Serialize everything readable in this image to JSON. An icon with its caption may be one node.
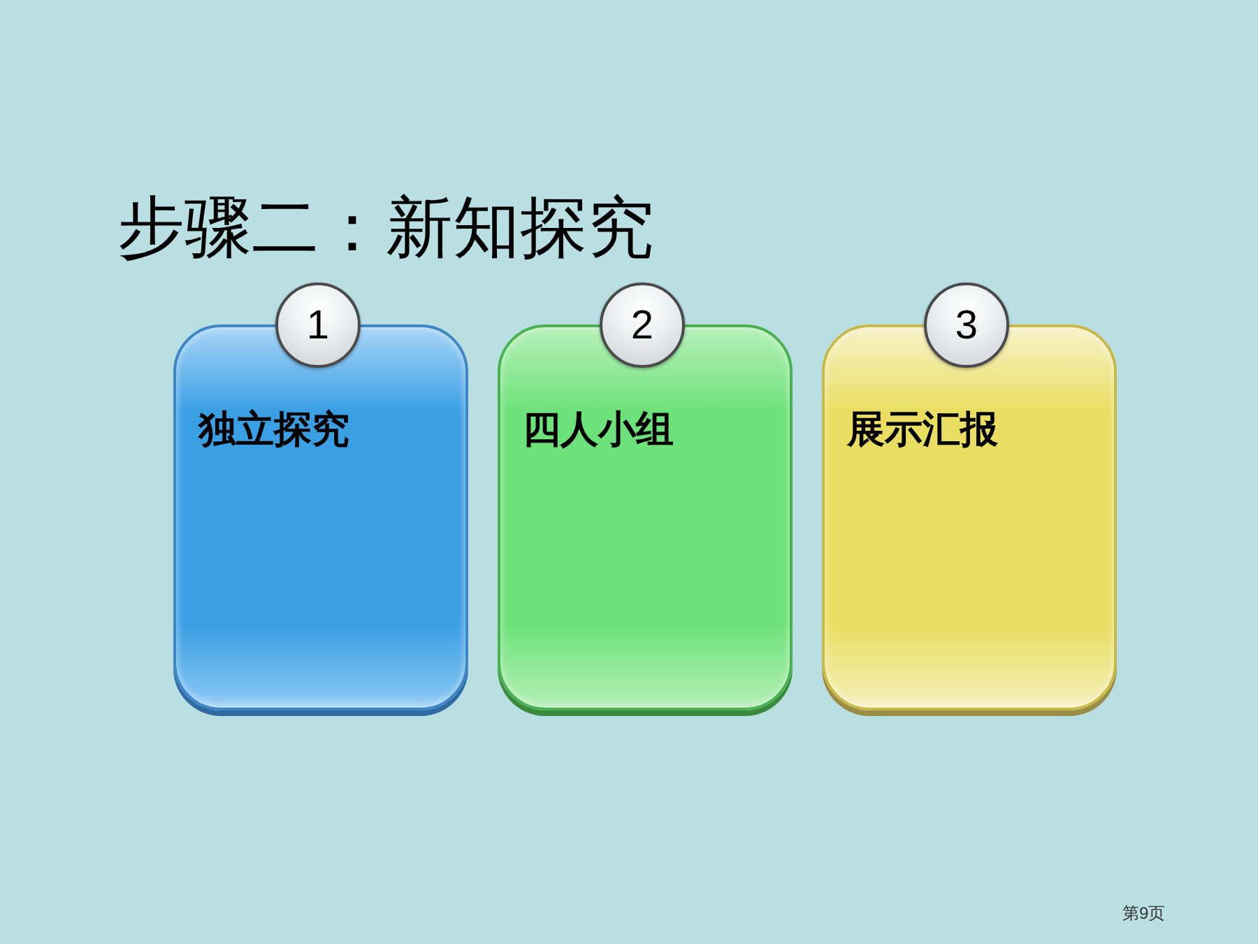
{
  "diagram": {
    "title": "步骤二：新知探究",
    "nodes": [
      {
        "text": [
          "1"
        ]
      },
      {
        "text": [
          "独立探究"
        ]
      },
      {
        "text": [
          "2"
        ]
      },
      {
        "text": [
          "四人小组"
        ]
      },
      {
        "text": [
          "3"
        ]
      },
      {
        "text": [
          "展示汇报"
        ]
      }
    ],
    "labels": [
      "第9页"
    ]
  }
}
